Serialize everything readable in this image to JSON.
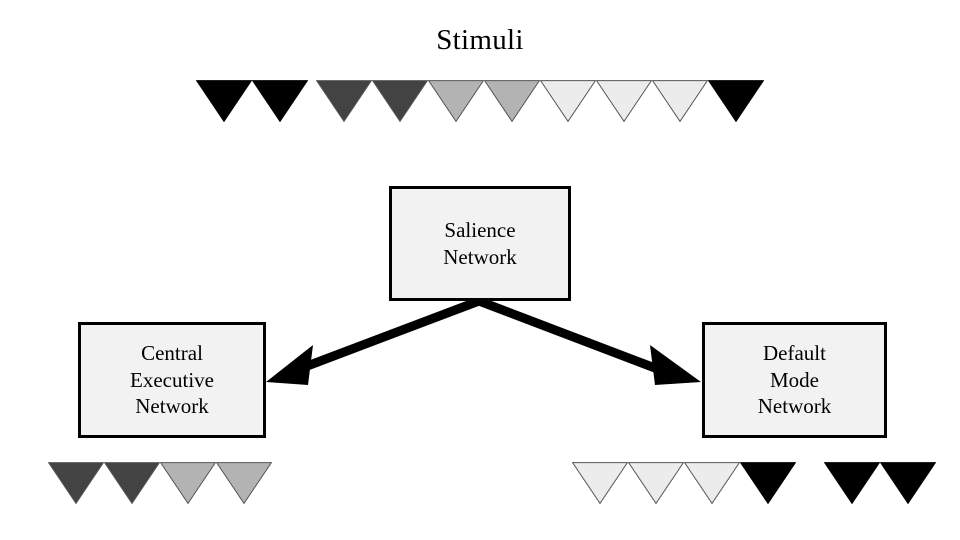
{
  "diagram": {
    "title": "Stimuli",
    "background_color": "#ffffff",
    "shades": {
      "black": "#000000",
      "dark_gray": "#434343",
      "medium_gray": "#b3b3b3",
      "light_gray": "#ececec",
      "outline": "#555555",
      "box_fill": "#f2f2f2",
      "box_border": "#000000",
      "text": "#000000"
    },
    "stimuli_row": {
      "label": "Stimuli",
      "groups": [
        {
          "name": "stimuli-group-1",
          "triangles": [
            {
              "shade": "black",
              "color": "#000000"
            },
            {
              "shade": "black",
              "color": "#000000"
            }
          ]
        },
        {
          "name": "stimuli-group-2",
          "triangles": [
            {
              "shade": "dark_gray",
              "color": "#434343"
            },
            {
              "shade": "dark_gray",
              "color": "#434343"
            },
            {
              "shade": "medium_gray",
              "color": "#b3b3b3"
            },
            {
              "shade": "medium_gray",
              "color": "#b3b3b3"
            },
            {
              "shade": "light_gray",
              "color": "#ececec"
            },
            {
              "shade": "light_gray",
              "color": "#ececec"
            },
            {
              "shade": "light_gray",
              "color": "#ececec"
            },
            {
              "shade": "black",
              "color": "#000000"
            }
          ]
        }
      ]
    },
    "nodes": [
      {
        "id": "salience-network",
        "label": "Salience\nNetwork",
        "lines": [
          "Salience",
          "Network"
        ]
      },
      {
        "id": "central-executive-network",
        "label": "Central\nExecutive\nNetwork",
        "lines": [
          "Central",
          "Executive",
          "Network"
        ]
      },
      {
        "id": "default-mode-network",
        "label": "Default\nMode\nNetwork",
        "lines": [
          "Default",
          "Mode",
          "Network"
        ]
      }
    ],
    "edges": [
      {
        "id": "arrow-salience-to-cen",
        "from": "salience-network",
        "to": "central-executive-network",
        "style": "solid-thick-arrow"
      },
      {
        "id": "arrow-salience-to-dmn",
        "from": "salience-network",
        "to": "default-mode-network",
        "style": "solid-thick-arrow"
      }
    ],
    "output_row_left": {
      "owner": "central-executive-network",
      "groups": [
        {
          "name": "cen-output-group",
          "triangles": [
            {
              "shade": "dark_gray",
              "color": "#434343"
            },
            {
              "shade": "dark_gray",
              "color": "#434343"
            },
            {
              "shade": "medium_gray",
              "color": "#b3b3b3"
            },
            {
              "shade": "medium_gray",
              "color": "#b3b3b3"
            }
          ]
        }
      ]
    },
    "output_row_right": {
      "owner": "default-mode-network",
      "groups": [
        {
          "name": "dmn-output-group-1",
          "triangles": [
            {
              "shade": "light_gray",
              "color": "#ececec"
            },
            {
              "shade": "light_gray",
              "color": "#ececec"
            },
            {
              "shade": "light_gray",
              "color": "#ececec"
            },
            {
              "shade": "black",
              "color": "#000000"
            }
          ]
        },
        {
          "name": "dmn-output-group-2",
          "triangles": [
            {
              "shade": "black",
              "color": "#000000"
            },
            {
              "shade": "black",
              "color": "#000000"
            }
          ]
        }
      ]
    }
  }
}
